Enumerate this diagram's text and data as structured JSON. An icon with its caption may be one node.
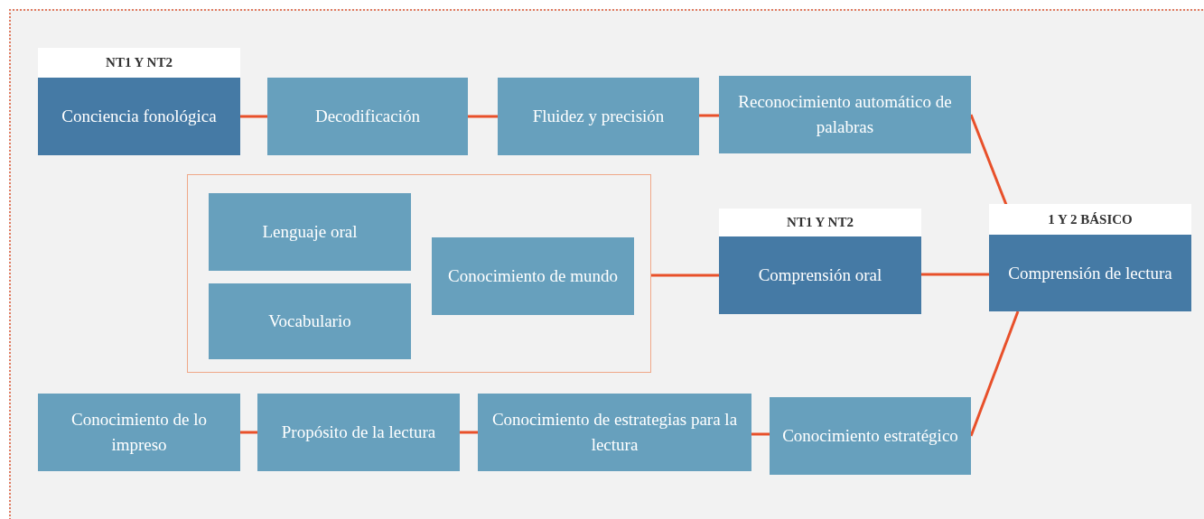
{
  "diagram": {
    "nodes": [
      {
        "text": [
          "NT1 Y NT2",
          "Conciencia fonológica"
        ]
      },
      {
        "text": [
          "Decodificación"
        ]
      },
      {
        "text": [
          "Fluidez y precisión"
        ]
      },
      {
        "text": [
          "Reconocimiento automático de palabras"
        ]
      },
      {
        "text": [],
        "shape": "box"
      },
      {
        "text": [
          "Lenguaje oral"
        ],
        "in": 4
      },
      {
        "text": [
          "Vocabulario"
        ],
        "in": 4
      },
      {
        "text": [
          "Conocimiento de mundo"
        ],
        "in": 4
      },
      {
        "text": [
          "NT1 Y NT2",
          "Comprensión oral"
        ]
      },
      {
        "text": [
          "1 Y 2 BÁSICO",
          "Comprensión de lectura"
        ]
      },
      {
        "text": [
          "Conocimiento de lo impreso"
        ]
      },
      {
        "text": [
          "Propósito de la lectura"
        ]
      },
      {
        "text": [
          "Conocimiento de estrategias para la lectura"
        ]
      },
      {
        "text": [
          "Conocimiento estratégico"
        ]
      }
    ],
    "edges": [
      {
        "from": 0,
        "to": 1,
        "arrow": "none"
      },
      {
        "from": 1,
        "to": 2,
        "arrow": "none"
      },
      {
        "from": 2,
        "to": 3,
        "arrow": "none"
      },
      {
        "from": 3,
        "to": 9,
        "arrow": "none"
      },
      {
        "from": 4,
        "to": 8,
        "arrow": "none"
      },
      {
        "from": 8,
        "to": 9,
        "arrow": "none"
      },
      {
        "from": 10,
        "to": 11,
        "arrow": "none"
      },
      {
        "from": 11,
        "to": 12,
        "arrow": "none"
      },
      {
        "from": 12,
        "to": 13,
        "arrow": "none"
      },
      {
        "from": 13,
        "to": 9,
        "arrow": "none"
      }
    ]
  }
}
